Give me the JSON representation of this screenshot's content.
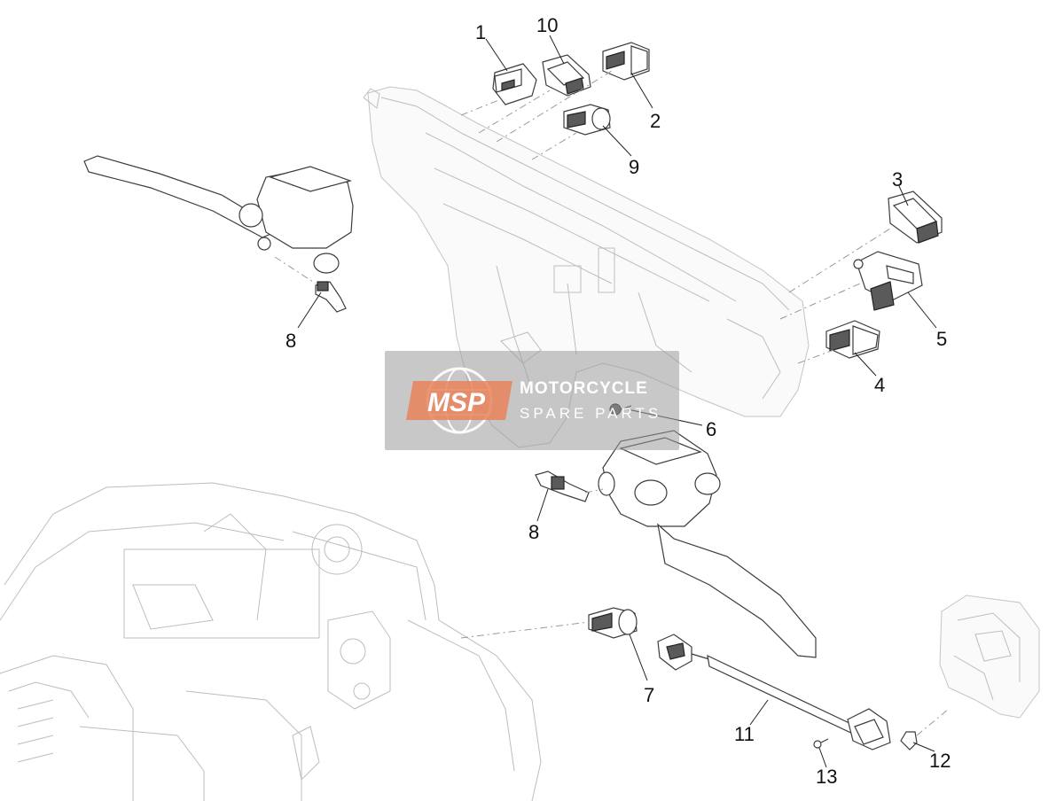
{
  "callouts": [
    "1",
    "10",
    "2",
    "9",
    "3",
    "5",
    "4",
    "6",
    "8",
    "8",
    "7",
    "11",
    "12",
    "13"
  ],
  "watermark": {
    "logo": "MSP",
    "line1": "MOTORCYCLE",
    "line2": "SPARE PARTS"
  },
  "colors": {
    "watermark_orange": "#e8825a",
    "watermark_gray": "#9a9a9a"
  }
}
